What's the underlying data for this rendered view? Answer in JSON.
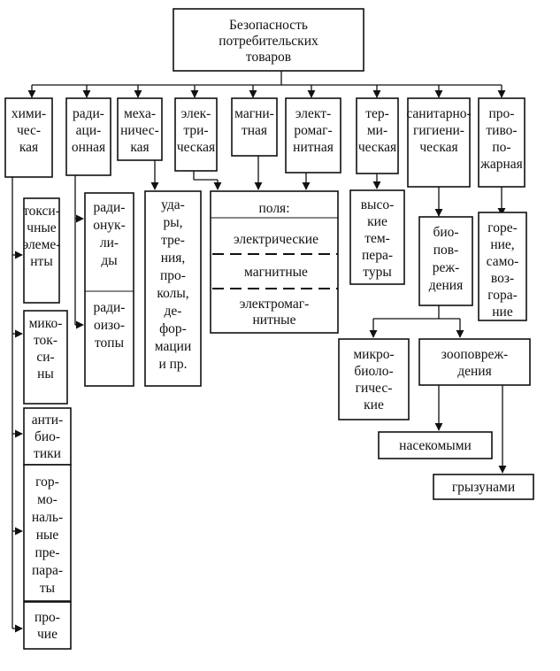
{
  "root": [
    "Безопасность",
    "потребительских",
    "товаров"
  ],
  "categories": [
    {
      "id": "chem",
      "lines": [
        "хими-",
        "чес-",
        "кая"
      ]
    },
    {
      "id": "rad",
      "lines": [
        "ради-",
        "аци-",
        "онная"
      ]
    },
    {
      "id": "mech",
      "lines": [
        "меха-",
        "ничес-",
        "кая"
      ]
    },
    {
      "id": "elec",
      "lines": [
        "элек-",
        "три-",
        "ческая"
      ]
    },
    {
      "id": "magn",
      "lines": [
        "магни-",
        "тная"
      ]
    },
    {
      "id": "em",
      "lines": [
        "элект-",
        "ромаг-",
        "нитная"
      ]
    },
    {
      "id": "therm",
      "lines": [
        "тер-",
        "ми-",
        "ческая"
      ]
    },
    {
      "id": "san",
      "lines": [
        "санитарно-",
        "гигиени-",
        "ческая"
      ]
    },
    {
      "id": "fire",
      "lines": [
        "про-",
        "тиво-",
        "по-",
        "жарная"
      ]
    }
  ],
  "chemical_items": [
    {
      "id": "toxic",
      "lines": [
        "токси-",
        "чные",
        "элеме-",
        "нты"
      ]
    },
    {
      "id": "myco",
      "lines": [
        "мико-",
        "ток-",
        "си-",
        "ны"
      ]
    },
    {
      "id": "antibiotics",
      "lines": [
        "анти-",
        "био-",
        "тики"
      ]
    },
    {
      "id": "hormones",
      "lines": [
        "гор-",
        "мо-",
        "наль-",
        "ные",
        "пре-",
        "пара-",
        "ты"
      ]
    },
    {
      "id": "other",
      "lines": [
        "про-",
        "чие"
      ]
    }
  ],
  "radiation_items": [
    {
      "id": "radionuclides",
      "lines": [
        "ради-",
        "онук-",
        "ли-",
        "ды"
      ]
    },
    {
      "id": "radioisotopes",
      "lines": [
        "ради-",
        "оизо-",
        "топы"
      ]
    }
  ],
  "mechanical_items": [
    "уда-",
    "ры,",
    "тре-",
    "ния,",
    "про-",
    "колы,",
    "де-",
    "фор-",
    "мации",
    "и пр."
  ],
  "fields": {
    "header": "поля:",
    "items": [
      "электрические",
      "магнитные",
      "электромаг-",
      "нитные"
    ]
  },
  "thermal_items": [
    "высо-",
    "кие",
    "тем-",
    "пера-",
    "туры"
  ],
  "biodamage": [
    "био-",
    "пов-",
    "реж-",
    "дения"
  ],
  "microbio": [
    "микро-",
    "биоло-",
    "гичес-",
    "кие"
  ],
  "zoo": [
    "зооповреж-",
    "дения"
  ],
  "insects": "насекомыми",
  "rodents": "грызунами",
  "fire_items": [
    "горе-",
    "ние,",
    "само-",
    "воз-",
    "гора-",
    "ние"
  ]
}
